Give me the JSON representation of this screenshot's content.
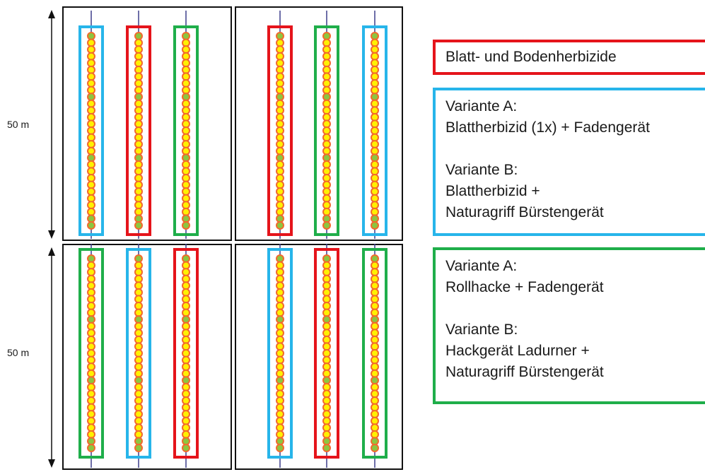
{
  "dimensions": {
    "top_label": "50 m",
    "bottom_label": "50 m"
  },
  "colors": {
    "red": "#e5141b",
    "blue": "#27b5ea",
    "green": "#1fae4a",
    "plot_border": "#111111",
    "row_line": "#3d3f8c",
    "dot_orange": "#f2692d",
    "dot_yellow": "#fff100",
    "dot_green": "#8cc63f"
  },
  "plots": [
    {
      "id": "top-left",
      "strips": [
        "blue",
        "red",
        "green"
      ]
    },
    {
      "id": "top-right",
      "strips": [
        "red",
        "green",
        "blue"
      ]
    },
    {
      "id": "bottom-left",
      "strips": [
        "green",
        "blue",
        "red"
      ]
    },
    {
      "id": "bottom-right",
      "strips": [
        "blue",
        "red",
        "green"
      ]
    }
  ],
  "legend": {
    "red": {
      "line1": "Blatt- und Bodenherbizide"
    },
    "blue": {
      "a_title": "Variante A:",
      "a_text": "Blattherbizid  (1x) + Fadengerät",
      "b_title": "Variante B:",
      "b_text1": "Blattherbizid +",
      "b_text2": "Naturagriff Bürstengerät"
    },
    "green": {
      "a_title": "Variante A:",
      "a_text": "Rollhacke + Fadengerät",
      "b_title": "Variante B:",
      "b_text1": "Hackgerät Ladurner +",
      "b_text2": "Naturagriff Bürstengerät"
    }
  }
}
